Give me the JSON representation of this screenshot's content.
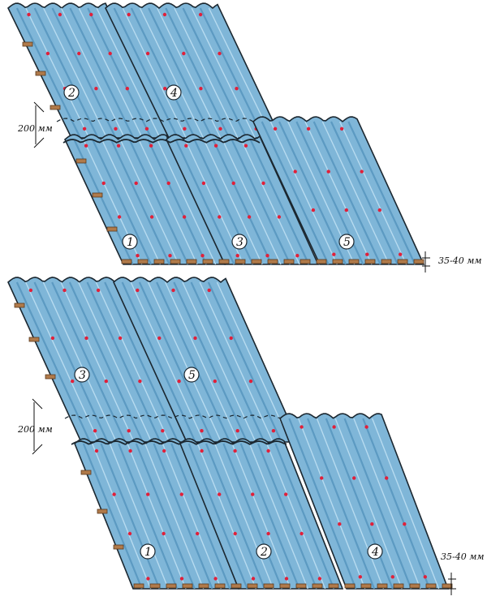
{
  "colors": {
    "sheet": "#7fb6d8",
    "flute_dark": "#5c9ac2",
    "flute_light": "#b7dbf0",
    "edge": "#1b2730",
    "screw": "#e0203a",
    "lath": "#b07a4a"
  },
  "diagrams": [
    {
      "overlap_label": "200 мм",
      "edge_label": "35-40 мм",
      "sheet_numbers": [
        "2",
        "4",
        "1",
        "3",
        "5"
      ]
    },
    {
      "overlap_label": "200 мм",
      "edge_label": "35-40 мм",
      "sheet_numbers": [
        "3",
        "5",
        "1",
        "2",
        "4"
      ]
    }
  ]
}
